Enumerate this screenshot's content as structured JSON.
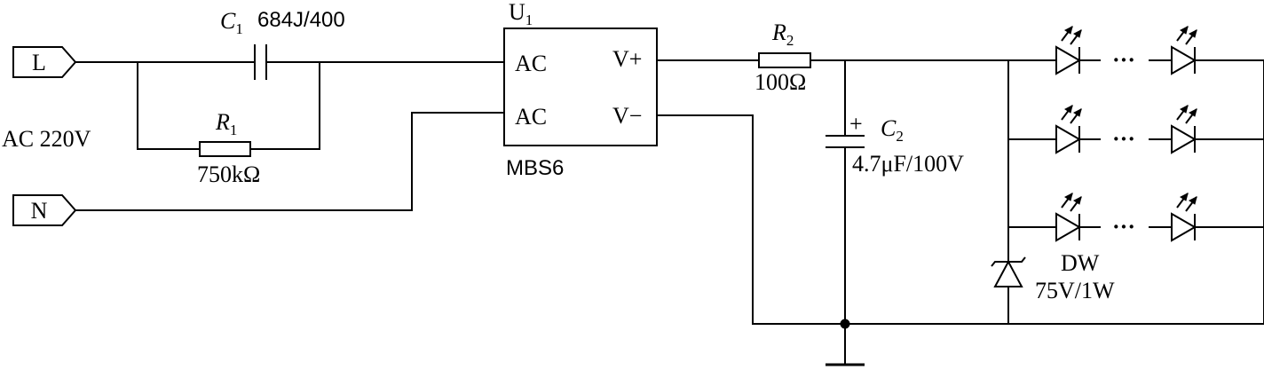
{
  "terminals": {
    "live": "L",
    "neutral": "N",
    "supply": "AC 220V"
  },
  "c1": {
    "symbol": "C",
    "sub": "1",
    "value": "684J/400"
  },
  "r1": {
    "symbol": "R",
    "sub": "1",
    "value": "750kΩ"
  },
  "u1": {
    "symbol": "U",
    "sub": "1",
    "part": "MBS6",
    "pin_ac_1": "AC",
    "pin_ac_2": "AC",
    "pin_vplus": "V+",
    "pin_vminus": "V−"
  },
  "r2": {
    "symbol": "R",
    "sub": "2",
    "value": "100Ω"
  },
  "c2": {
    "symbol": "C",
    "sub": "2",
    "value": "4.7μF/100V",
    "polarity": "+"
  },
  "dw": {
    "name": "DW",
    "value": "75V/1W"
  },
  "led_strings": {
    "ellipsis": [
      "···",
      "···",
      "···"
    ]
  }
}
